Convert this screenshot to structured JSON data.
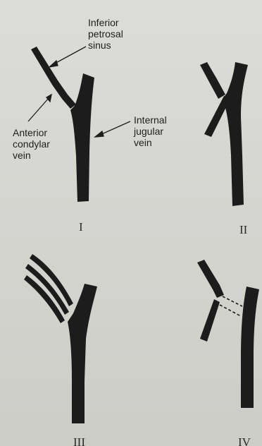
{
  "figure": {
    "labels": {
      "inferior_petrosal_sinus": [
        "Inferior",
        "petrosal",
        "sinus"
      ],
      "anterior_condylar_vein": [
        "Anterior",
        "condylar",
        "vein"
      ],
      "internal_jugular_vein": [
        "Internal",
        "jugular",
        "vein"
      ]
    },
    "panels": [
      {
        "id": "I",
        "label": "I"
      },
      {
        "id": "II",
        "label": "II"
      },
      {
        "id": "III",
        "label": "III"
      },
      {
        "id": "IV",
        "label": "IV"
      }
    ]
  },
  "colors": {
    "vein": "#1c1c1c",
    "paper": "#d6d6d2",
    "text": "#1e1e1e"
  }
}
